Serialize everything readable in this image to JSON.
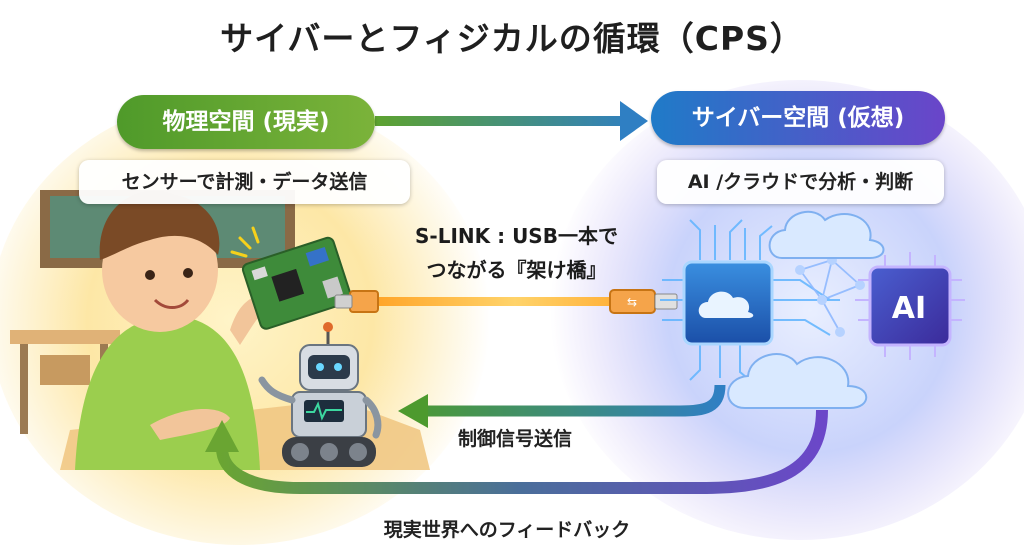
{
  "title": "サイバーとフィジカルの循環（CPS）",
  "physical": {
    "label": "物理空間 (現実)",
    "caption": "センサーで計測・データ送信"
  },
  "cyber": {
    "label": "サイバー空間 (仮想)",
    "caption": "AI /クラウドで分析・判断"
  },
  "bridge": {
    "line1": "S-LINK : USB一本で",
    "line2": "つながる『架け橋』"
  },
  "control_label": "制御信号送信",
  "feedback_label": "現実世界へのフィードバック",
  "chip_label": "AI",
  "colors": {
    "physical_green": "#5ea32d",
    "cyber_blue": "#1f7bc8",
    "cyber_purple": "#6a45c9",
    "cable_orange": "#f39a1e"
  }
}
